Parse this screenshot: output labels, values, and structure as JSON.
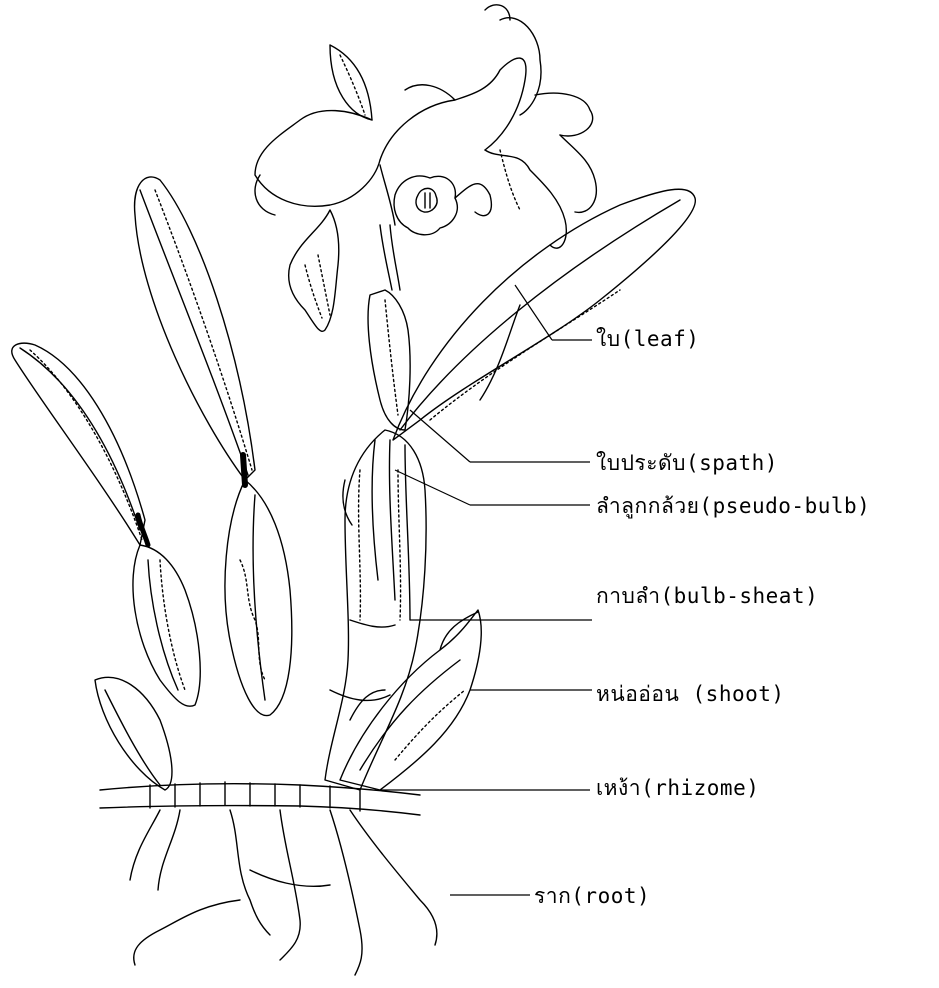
{
  "diagram": {
    "labels": {
      "leaf": "ใบ(leaf)",
      "spath": "ใบประดับ(spath)",
      "pseudo_bulb": "ลำลูกกล้วย(pseudo-bulb)",
      "bulb_sheat": "กาบลำ(bulb-sheat)",
      "shoot": "หน่ออ่อน (shoot)",
      "rhizome": "เหง้า(rhizome)",
      "root": "ราก(root)"
    }
  }
}
